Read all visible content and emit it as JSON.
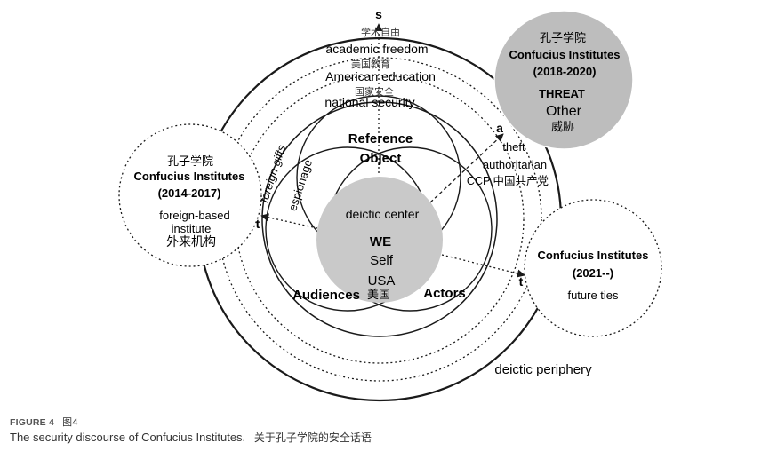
{
  "diagram": {
    "axis_labels": {
      "s": "s",
      "a": "a",
      "t_left": "t",
      "t_right": "t"
    },
    "top_stack": [
      "学术自由",
      "academic freedom",
      "美国教育",
      "American education",
      "国家安全",
      "national security"
    ],
    "center": {
      "label": "deictic center",
      "we": "WE",
      "self": "Self",
      "usa": "USA",
      "usa_cn": "美国"
    },
    "venn": {
      "reference_object": [
        "Reference",
        "Object"
      ],
      "audiences": "Audiences",
      "actors": "Actors"
    },
    "vertical": {
      "espionage": "espionage",
      "foreign_gifts": "foreign gifts"
    },
    "right_stack": [
      "theft",
      "authoritarian",
      "CCP 中国共产党"
    ],
    "periphery": "deictic periphery",
    "circle_2014": {
      "cn": "孔子学院",
      "title": "Confucius Institutes",
      "years": "(2014-2017)",
      "desc1": "foreign-based",
      "desc2": "institute",
      "desc_cn": "外来机构"
    },
    "circle_2018": {
      "cn": "孔子学院",
      "title": "Confucius Institutes",
      "years": "(2018-2020)",
      "threat": "THREAT",
      "other": "Other",
      "other_cn": "威胁"
    },
    "circle_2021": {
      "title": "Confucius Institutes",
      "years": "(2021--)",
      "desc": "future ties"
    },
    "colors": {
      "line": "#1a1a1a",
      "fill_gray": "#c9c9c9",
      "fill_gray_dark": "#bdbdbd"
    }
  },
  "caption": {
    "figure_label": "FIGURE 4",
    "figure_label_cn": "图4",
    "text": "The security discourse of Confucius Institutes.",
    "text_cn": "关于孔子学院的安全话语"
  }
}
